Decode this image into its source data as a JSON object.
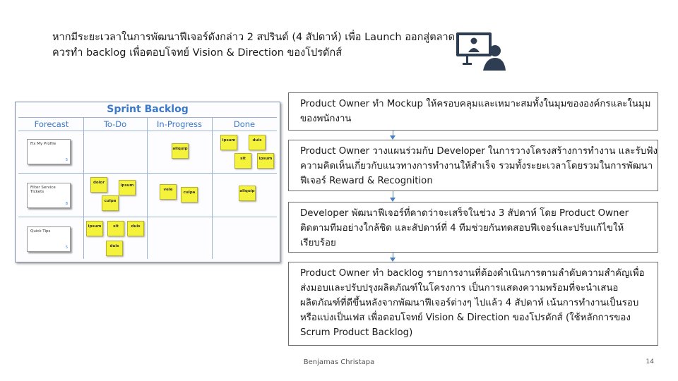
{
  "header": {
    "title_line1": "หากมีระยะเวลาในการพัฒนาฟีเจอร์ดังกล่าว 2 สปรินต์ (4 สัปดาห์) เพื่อ Launch ออกสู่ตลาด",
    "title_line2": "ควรทำ backlog เพื่อตอบโจทย์ Vision & Direction ของโปรดักส์",
    "icon": "presenter-screen-icon"
  },
  "board": {
    "title": "Sprint Backlog",
    "columns": [
      "Forecast",
      "To-Do",
      "In-Progress",
      "Done"
    ],
    "rows": [
      {
        "card_title": "Fix My Profile",
        "card_num": "5",
        "todo": [],
        "inprogress": [
          "aliquip"
        ],
        "done": [
          "ipsum",
          "duis",
          "sit",
          "ipsum"
        ]
      },
      {
        "card_title": "Filter Service Tickets",
        "card_num": "8",
        "todo": [
          "dolor",
          "ipsum",
          "culpa"
        ],
        "inprogress": [
          "vele",
          "culpa"
        ],
        "done": [
          "aliquip"
        ]
      },
      {
        "card_title": "Quick Tips",
        "card_num": "5",
        "todo": [
          "ipsum",
          "sit",
          "duis",
          "duis"
        ],
        "inprogress": [],
        "done": []
      }
    ],
    "sticky_color": "#f5f23c",
    "accent_color": "#3a78c9"
  },
  "steps": [
    {
      "line1": "Product Owner ทำ Mockup ให้ครอบคลุมและเหมาะสมทั้งในมุมขององค์กรและในมุม",
      "line2": "ของพนักงาน"
    },
    {
      "line1": "Product Owner วางแผนร่วมกับ Developer ในการวางโครงสร้างการทำงาน และรับฟัง",
      "line2": "ความคิดเห็นเกี่ยวกับแนวทางการทำงานให้สำเร็จ รวมทั้งระยะเวลาโดยรวมในการพัฒนา",
      "line3": "ฟีเจอร์ Reward & Recognition"
    },
    {
      "line1": "Developer พัฒนาฟีเจอร์ที่คาดว่าจะเสร็จในช่วง 3 สัปดาห์ โดย Product Owner",
      "line2": "ติดตามทีมอย่างใกล้ชิด และสัปดาห์ที่ 4 ทีมช่วยกันทดสอบฟีเจอร์และปรับแก้ไขให้",
      "line3": "เรียบร้อย"
    },
    {
      "line1": "Product Owner ทำ backlog รายการงานที่ต้องดำเนินการตามลำดับความสำคัญเพื่อ",
      "line2": "ส่งมอบและปรับปรุงผลิตภัณฑ์ในโครงการ เป็นการแสดงความพร้อมที่จะนำเสนอ",
      "line3": "ผลิตภัณฑ์ที่ดีขึ้นหลังจากพัฒนาฟีเจอร์ต่างๆ ไปแล้ว 4 สัปดาห์ เน้นการทำงานเป็นรอบ",
      "line4": "หรือแบ่งเป็นเฟส เพื่อตอบโจทย์ Vision & Direction ของโปรดักส์ (ใช้หลักการของ",
      "line5": "Scrum Product Backlog)"
    }
  ],
  "footer": {
    "author": "Benjamas Christapa",
    "page_number": "14"
  }
}
